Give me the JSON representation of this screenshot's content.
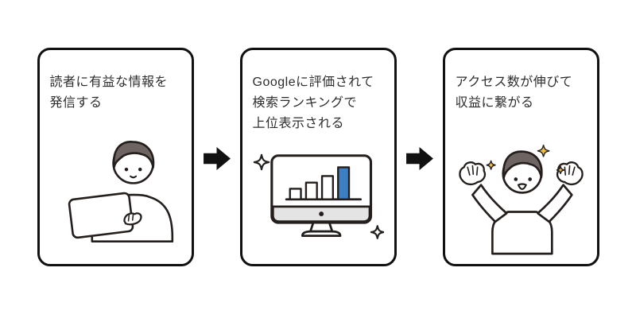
{
  "diagram": {
    "type": "horizontal-flow",
    "steps": [
      {
        "caption_lines": [
          "読者に有益な情報を",
          "発信する"
        ],
        "illustration": "person-typing-on-laptop"
      },
      {
        "caption_lines": [
          "Googleに評価されて",
          "検索ランキングで",
          "上位表示される"
        ],
        "illustration": "monitor-with-rising-bar-chart",
        "mini_chart": {
          "type": "bar",
          "relative_heights": [
            1.0,
            1.6,
            2.2,
            3.0
          ],
          "highlight_index": 3,
          "highlight_color": "#3d7fc4",
          "bar_fill": "#ffffff"
        }
      },
      {
        "caption_lines": [
          "アクセス数が伸びて",
          "収益に繋がる"
        ],
        "illustration": "person-celebrating-with-sparkles"
      }
    ],
    "connector": "arrow-right"
  },
  "colors": {
    "background": "#ffffff",
    "card_border": "#111111",
    "text": "#2d2d2d",
    "line_art": "#241f1c",
    "hair": "#6e6562",
    "accent_bar_blue": "#3d7fc4",
    "monitor_bezel_gray": "#e4e4e4",
    "sparkle_gold": "#f1bd3a",
    "arrow": "#111111"
  }
}
